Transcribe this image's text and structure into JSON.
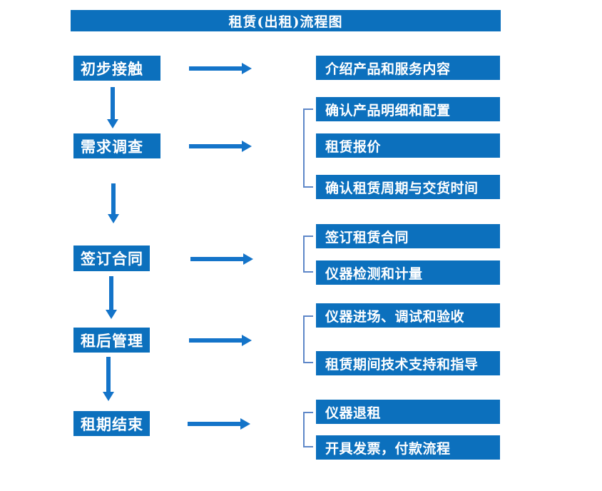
{
  "title": "租赁(出租)流程图",
  "colors": {
    "box_blue": "#0C70BD",
    "arrow_blue": "#1474C9",
    "bracket_blue": "#5E87C8",
    "text_white": "#FFFFFF"
  },
  "steps": [
    {
      "label": "初步接触",
      "outputs": [
        "介绍产品和服务内容"
      ]
    },
    {
      "label": "需求调查",
      "outputs": [
        "确认产品明细和配置",
        "租赁报价",
        "确认租赁周期与交货时间"
      ]
    },
    {
      "label": "签订合同",
      "outputs": [
        "签订租赁合同",
        "仪器检测和计量"
      ]
    },
    {
      "label": "租后管理",
      "outputs": [
        "仪器进场、调试和验收",
        "租赁期间技术支持和指导"
      ]
    },
    {
      "label": "租期结束",
      "outputs": [
        "仪器退租",
        "开具发票，付款流程"
      ]
    }
  ]
}
